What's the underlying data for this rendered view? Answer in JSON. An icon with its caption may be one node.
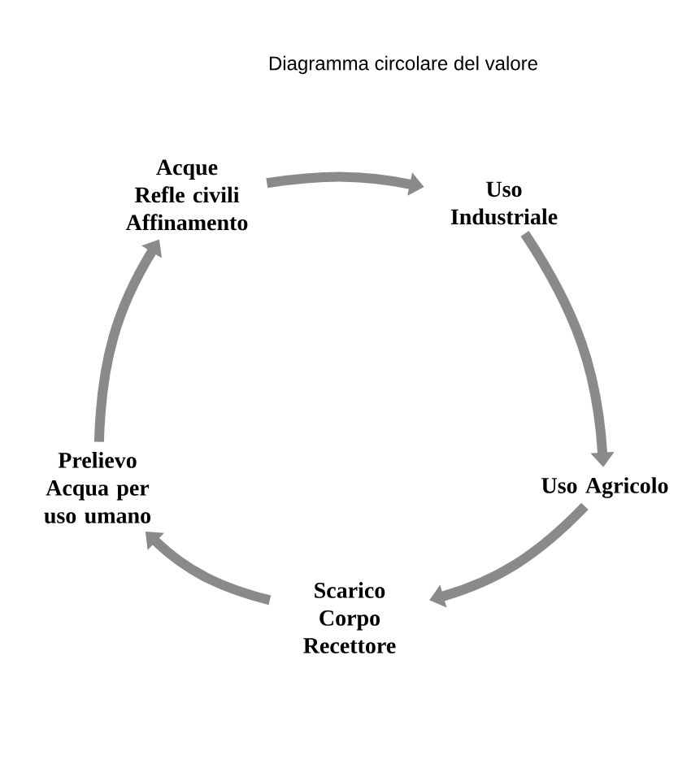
{
  "diagram": {
    "title": "Diagramma circolare del valore",
    "nodes": [
      {
        "text": [
          "Acque Refle civili Affinamento"
        ]
      },
      {
        "text": [
          "Uso Industriale"
        ]
      },
      {
        "text": [
          "Uso Agricolo"
        ]
      },
      {
        "text": [
          "Scarico Corpo Recettore"
        ]
      },
      {
        "text": [
          "Prelievo Acqua per uso umano"
        ]
      }
    ],
    "edges": [
      {
        "from": 0,
        "to": 1,
        "arrow": "to"
      },
      {
        "from": 1,
        "to": 2,
        "arrow": "to"
      },
      {
        "from": 2,
        "to": 3,
        "arrow": "to"
      },
      {
        "from": 3,
        "to": 4,
        "arrow": "to"
      },
      {
        "from": 4,
        "to": 0,
        "arrow": "to"
      }
    ]
  }
}
